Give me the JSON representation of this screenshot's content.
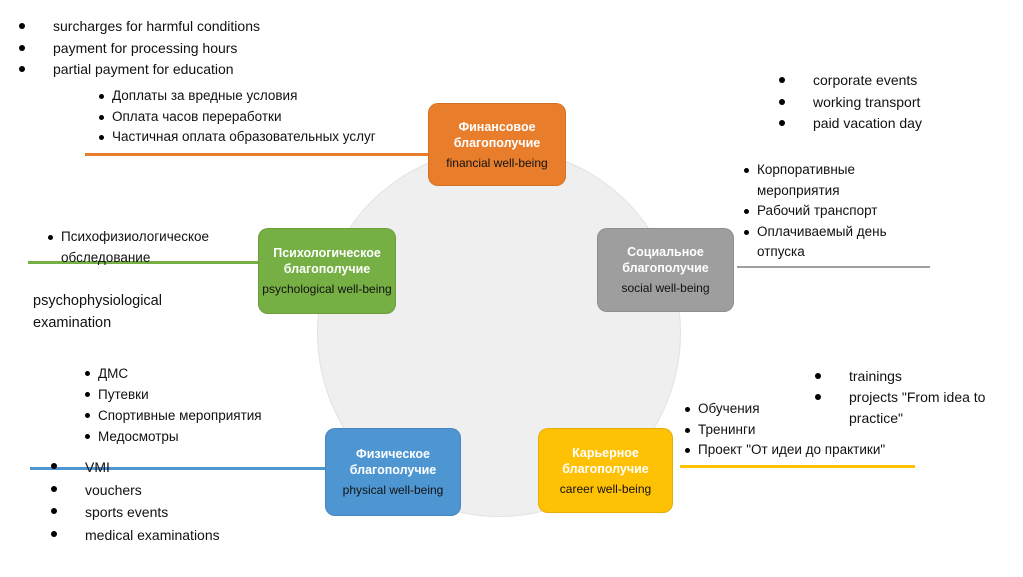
{
  "circle": {
    "fill": "#EFEFEF",
    "border": "#E2E2E2"
  },
  "nodes": {
    "financial": {
      "title_ru": "Финансовое благополучие",
      "title_en": "financial well-being",
      "color": "#E87E2B",
      "items_en": [
        "surcharges for harmful conditions",
        "payment for processing hours",
        "partial payment for education"
      ],
      "items_ru": [
        "Доплаты за вредные условия",
        "Оплата часов переработки",
        "Частичная оплата образовательных услуг"
      ]
    },
    "psychological": {
      "title_ru": "Психологическое благополучие",
      "title_en": "psychological well-being",
      "color": "#76AF43",
      "items_ru": [
        "Психофизиологическое обследование"
      ],
      "caption_en": "psychophysiological examination"
    },
    "social": {
      "title_ru": "Социальное благополучие",
      "title_en": "social well-being",
      "color": "#9E9E9E",
      "items_en": [
        "corporate events",
        "working transport",
        "paid vacation day"
      ],
      "items_ru": [
        "Корпоративные мероприятия",
        "Рабочий транспорт",
        "Оплачиваемый день отпуска"
      ]
    },
    "physical": {
      "title_ru": "Физическое благополучие",
      "title_en": "physical well-being",
      "color": "#4E96D2",
      "items_ru": [
        "ДМС",
        "Путевки",
        "Спортивные мероприятия",
        "Медосмотры"
      ],
      "items_en": [
        "VMI",
        "vouchers",
        "sports events",
        "medical examinations"
      ]
    },
    "career": {
      "title_ru": "Карьерное благополучие",
      "title_en": "career well-being",
      "color": "#FFC104",
      "items_ru": [
        "Обучения",
        "Тренинги",
        "Проект \"От идеи до практики\""
      ],
      "items_en": [
        "trainings",
        "projects \"From idea to practice\""
      ]
    }
  }
}
